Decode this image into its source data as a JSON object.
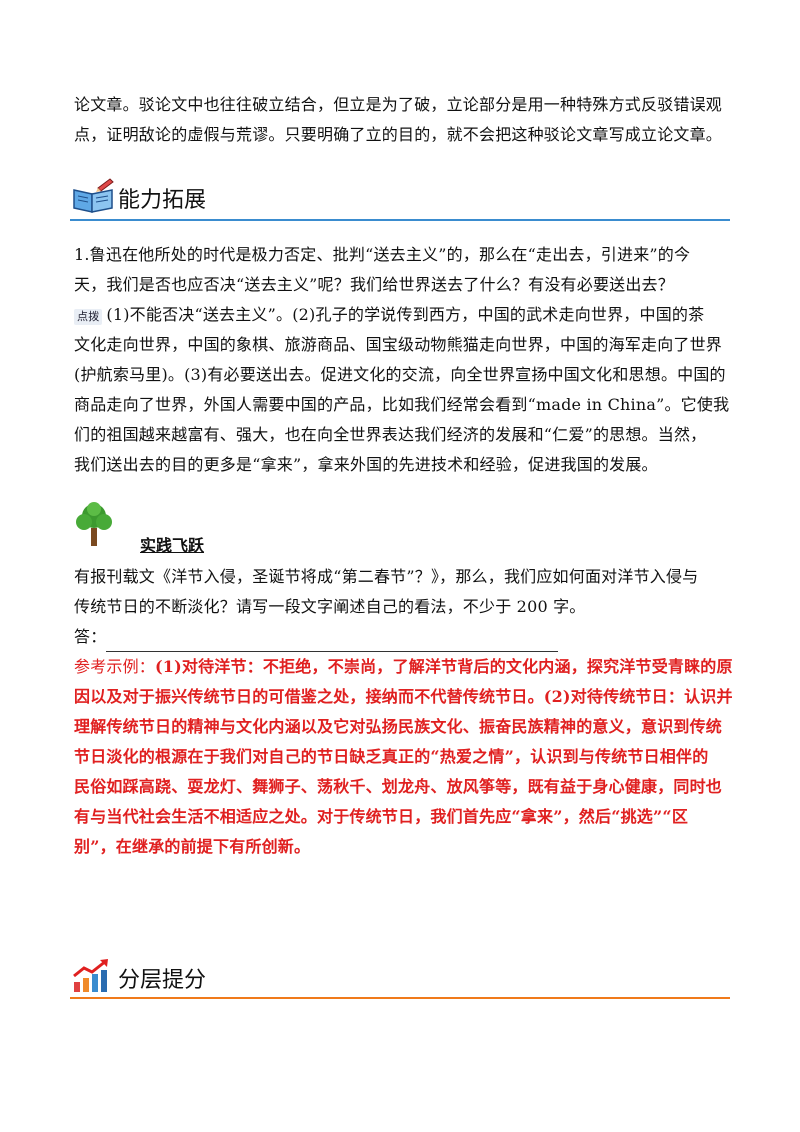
{
  "intro": {
    "line1": "论文章。驳论文中也往往破立结合，但立是为了破，立论部分是用一种特殊方式反驳错误观",
    "line2": "点，证明敌论的虚假与荒谬。只要明确了立的目的，就不会把这种驳论文章写成立论文章。"
  },
  "section1": {
    "title": "能力拓展",
    "icon": "open-book-pencil-icon"
  },
  "question1": {
    "line1": "1.鲁迅在他所处的时代是极力否定、批判“送去主义”的，那么在“走出去，引进来”的今",
    "line2": "天，我们是否也应否决“送去主义”呢？我们给世界送去了什么？有没有必要送出去？"
  },
  "answer1": {
    "badge": "点拨",
    "line1": "(1)不能否决“送去主义”。(2)孔子的学说传到西方，中国的武术走向世界，中国的茶",
    "line2": "文化走向世界，中国的象棋、旅游商品、国宝级动物熊猫走向世界，中国的海军走向了世界",
    "line3": "(护航索马里)。(3)有必要送出去。促进文化的交流，向全世界宣扬中国文化和思想。中国的",
    "line4": "商品走向了世界，外国人需要中国的产品，比如我们经常会看到“made in China”。它使我",
    "line5": "们的祖国越来越富有、强大，也在向全世界表达我们经济的发展和“仁爱”的思想。当然，",
    "line6": "我们送出去的目的更多是“拿来”，拿来外国的先进技术和经验，促进我国的发展。"
  },
  "practice": {
    "title": "实践飞跃",
    "icon": "tree-icon",
    "line1": "有报刊载文《洋节入侵，圣诞节将成“第二春节”？》，那么，我们应如何面对洋节入侵与",
    "line2": "传统节日的不断淡化？请写一段文字阐述自己的看法，不少于 200 字。",
    "answer_label": "答："
  },
  "reference": {
    "label": "参考示例：",
    "line1": "(1)对待洋节：不拒绝，不崇尚，了解洋节背后的文化内涵，探究洋节受青睐的原",
    "line2": "因以及对于振兴传统节日的可借鉴之处，接纳而不代替传统节日。(2)对待传统节日：认识并",
    "line3": "理解传统节日的精神与文化内涵以及它对弘扬民族文化、振奋民族精神的意义，意识到传统",
    "line4": "节日淡化的根源在于我们对自己的节日缺乏真正的“热爱之情”，认识到与传统节日相伴的",
    "line5": "民俗如踩高跷、耍龙灯、舞狮子、荡秋千、划龙舟、放风筝等，既有益于身心健康，同时也",
    "line6": "有与当代社会生活不相适应之处。对于传统节日，我们首先应“拿来”，然后“挑选”“区",
    "line7": "别”，在继承的前提下有所创新。"
  },
  "section2": {
    "title": "分层提分",
    "icon": "rising-chart-icon"
  },
  "colors": {
    "accent_blue": "#3a8ccf",
    "accent_orange": "#f07a1a",
    "answer_red": "#e02020"
  }
}
